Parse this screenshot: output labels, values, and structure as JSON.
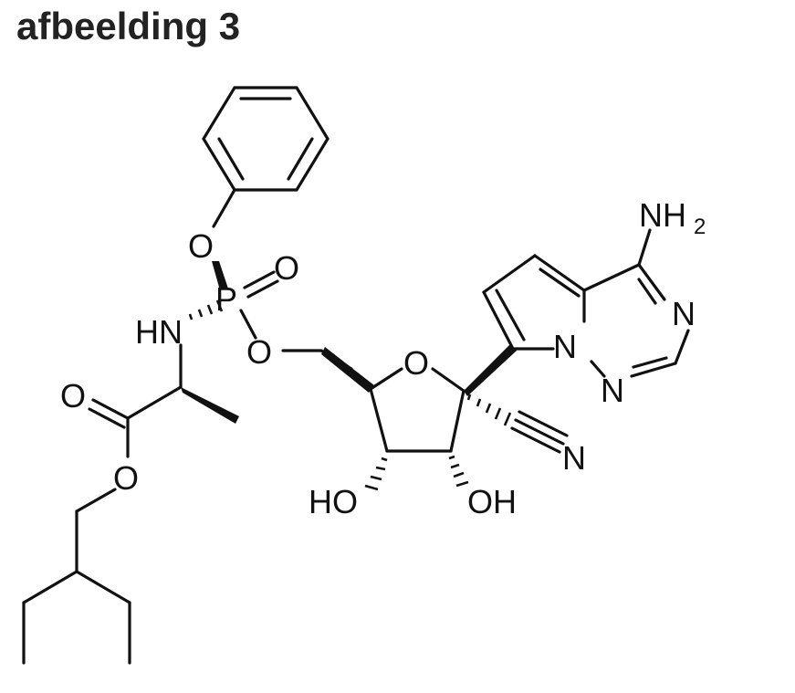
{
  "title": "afbeelding 3",
  "atoms": {
    "o_phenoxy": "O",
    "p": "P",
    "o_double": "O",
    "hn": "HN",
    "o_ester_link": "O",
    "o_ring": "O",
    "o_carbonyl": "O",
    "o_ester": "O",
    "ho": "HO",
    "oh": "OH",
    "n_nitrile": "N",
    "n_bridge": "N",
    "n_lower": "N",
    "n_right": "N",
    "nh": "NH",
    "nh_sub": "2"
  }
}
